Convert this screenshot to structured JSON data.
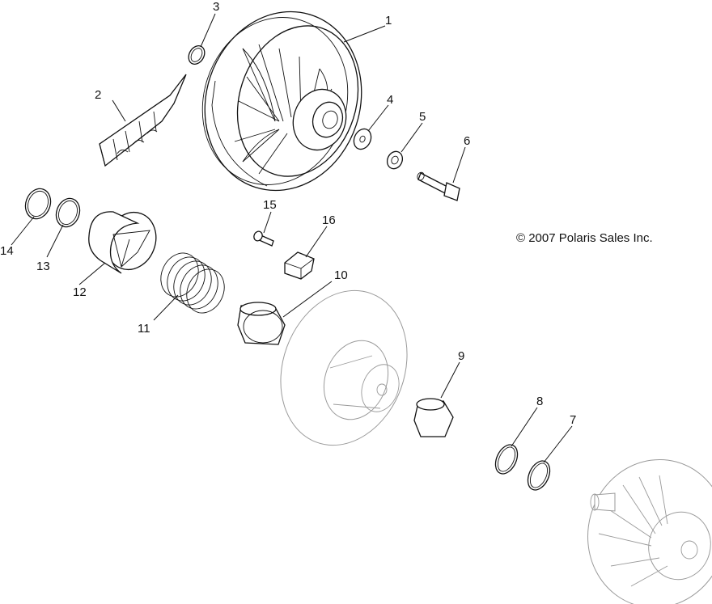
{
  "copyright": "© 2007 Polaris Sales Inc.",
  "callouts": [
    {
      "id": "1",
      "label": "1"
    },
    {
      "id": "2",
      "label": "2"
    },
    {
      "id": "3",
      "label": "3"
    },
    {
      "id": "4",
      "label": "4"
    },
    {
      "id": "5",
      "label": "5"
    },
    {
      "id": "6",
      "label": "6"
    },
    {
      "id": "7",
      "label": "7"
    },
    {
      "id": "8",
      "label": "8"
    },
    {
      "id": "9",
      "label": "9"
    },
    {
      "id": "10",
      "label": "10"
    },
    {
      "id": "11",
      "label": "11"
    },
    {
      "id": "12",
      "label": "12"
    },
    {
      "id": "13",
      "label": "13"
    },
    {
      "id": "14",
      "label": "14"
    },
    {
      "id": "15",
      "label": "15"
    },
    {
      "id": "16",
      "label": "16"
    }
  ]
}
